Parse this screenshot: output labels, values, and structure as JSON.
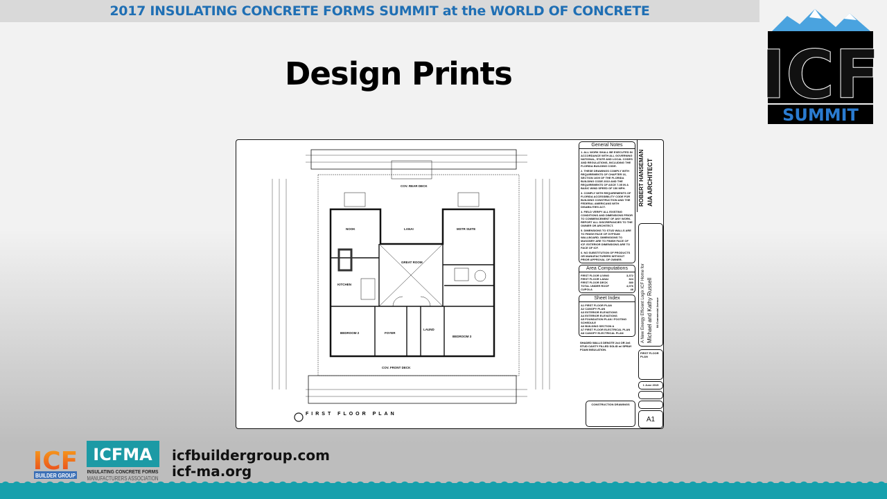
{
  "header": {
    "title": "2017 INSULATING CONCRETE FORMS SUMMIT at the WORLD OF CONCRETE"
  },
  "logo": {
    "text_top": "ICF",
    "text_bottom": "SUMMIT",
    "colors": {
      "blue": "#1f6fb4",
      "black": "#000000"
    }
  },
  "slide": {
    "title": "Design Prints"
  },
  "drawing": {
    "plan_label": "FIRST FLOOR PLAN",
    "rooms": [
      "NOOK",
      "LANAI",
      "MSTR SUITE",
      "KITCHEN",
      "GREAT ROOM",
      "BEDROOM 2",
      "BEDROOM 3",
      "FOYER",
      "LAUND",
      "COV. FRONT DECK",
      "COV. REAR DECK"
    ],
    "general_notes": {
      "heading": "General Notes",
      "items": [
        "1. ALL WORK SHALL BE EXECUTED IN ACCORDANCE WITH ALL GOVERNING NATIONAL, STATE AND LOCAL CODES AND REGULATIONS, INCLUDING THE FLORIDA BUILDING CODE.",
        "2. THESE DRAWINGS COMPLY WITH REQUIREMENTS OF CHAPTER 16, SECTION 1609 OF THE FLORIDA BUILDING CODE 2010 AND THE REQUIREMENTS OF ASCE 7-05 IN A BASIC WIND SPEED OF 150 MPH.",
        "3. COMPLY WITH REQUIREMENTS OF FLORIDA ACCESSIBILITY CODE FOR BUILDING CONSTRUCTION AND THE FEDERAL AMERICANS WITH DISABILITIES ACT.",
        "4. FIELD VERIFY ALL EXISTING CONDITIONS AND DIMENSIONS PRIOR TO COMMENCEMENT OF ANY WORK. REPORT ALL DISCREPANCIES TO THE OWNER OR ARCHITECT.",
        "5. DIMENSIONS TO STUD WALLS ARE TO FINISH FACE OF GYPSUM WALLBOARD. DIMENSIONS TO MASONRY ARE TO FINISH FACE OF ICF. EXTERIOR DIMENSIONS ARE TO FACE OF ICF.",
        "6. NO SUBSTITUTION OF PRODUCTS OR MANUFACTURERS WITHOUT PRIOR APPROVAL OF OWNER."
      ]
    },
    "area": {
      "heading": "Area Computations",
      "rows": [
        [
          "FIRST FLOOR LIVING",
          "3,372"
        ],
        [
          "FIRST FLOOR LANAI",
          "324"
        ],
        [
          "FIRST FLOOR DECK",
          "380"
        ],
        [
          "TOTAL UNDER ROOF",
          "4,076"
        ],
        [
          "CUPOLA",
          "48"
        ]
      ]
    },
    "sheet_index": {
      "heading": "Sheet Index",
      "items": [
        "A1 FIRST FLOOR PLAN",
        "A2 CANOPY PLAN",
        "A3 EXTERIOR ELEVATIONS",
        "A4 EXTERIOR ELEVATIONS",
        "A5 FOUNDATION PLAN / FOOTING SCHEDULE",
        "A6 BUILDING SECTION A",
        "A7 FIRST FLOOR ELECTRICAL PLAN",
        "A8 CANOPY ELECTRICAL PLAN"
      ]
    },
    "legend_note": "SHADED WALLS DENOTE 2x4 OR 2x6 STUD CAVITY FILLED SOLID w/ SPRAY FOAM INSULATION.",
    "construction": "CONSTRUCTION DRAWINGS",
    "architect": {
      "name": "ROBERT HANSEMAN",
      "title": "AIA  ARCHITECT"
    },
    "project": {
      "line1": "A New Energy Efficient Logix ICF Home for",
      "line2": "Michael and Kathy Russell",
      "line3": "84 Commercial Avenue"
    },
    "sheet_title": "FIRST FLOOR PLAN",
    "date": "1 June 2015",
    "sheet_number": "A1"
  },
  "footer": {
    "links": [
      "icfbuildergroup.com",
      "icf-ma.org"
    ],
    "icfb_logo": {
      "top": "ICF",
      "bottom": "BUILDER GROUP"
    },
    "icfma_logo": {
      "top": "ICFMA",
      "sub1": "INSULATING CONCRETE FORMS",
      "sub2": "MANUFACTURERS ASSOCIATION"
    },
    "wave_color": "#16a0ac"
  }
}
